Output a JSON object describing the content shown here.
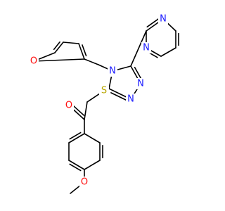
{
  "colors": {
    "bond": "#000000",
    "N": "#1a1aff",
    "O": "#ff0d0d",
    "S": "#b8a600"
  },
  "atoms": [
    {
      "id": "n_pz1",
      "label": "N",
      "element": "N"
    },
    {
      "id": "n_pz4",
      "label": "N",
      "element": "N"
    },
    {
      "id": "o_furan",
      "label": "O",
      "element": "O"
    },
    {
      "id": "n_tz4",
      "label": "N",
      "element": "N"
    },
    {
      "id": "n_tz2",
      "label": "N",
      "element": "N"
    },
    {
      "id": "n_tz1",
      "label": "N",
      "element": "N"
    },
    {
      "id": "s_thio",
      "label": "S",
      "element": "S"
    },
    {
      "id": "o_keto",
      "label": "O",
      "element": "O"
    },
    {
      "id": "o_meo",
      "label": "O",
      "element": "O"
    }
  ]
}
